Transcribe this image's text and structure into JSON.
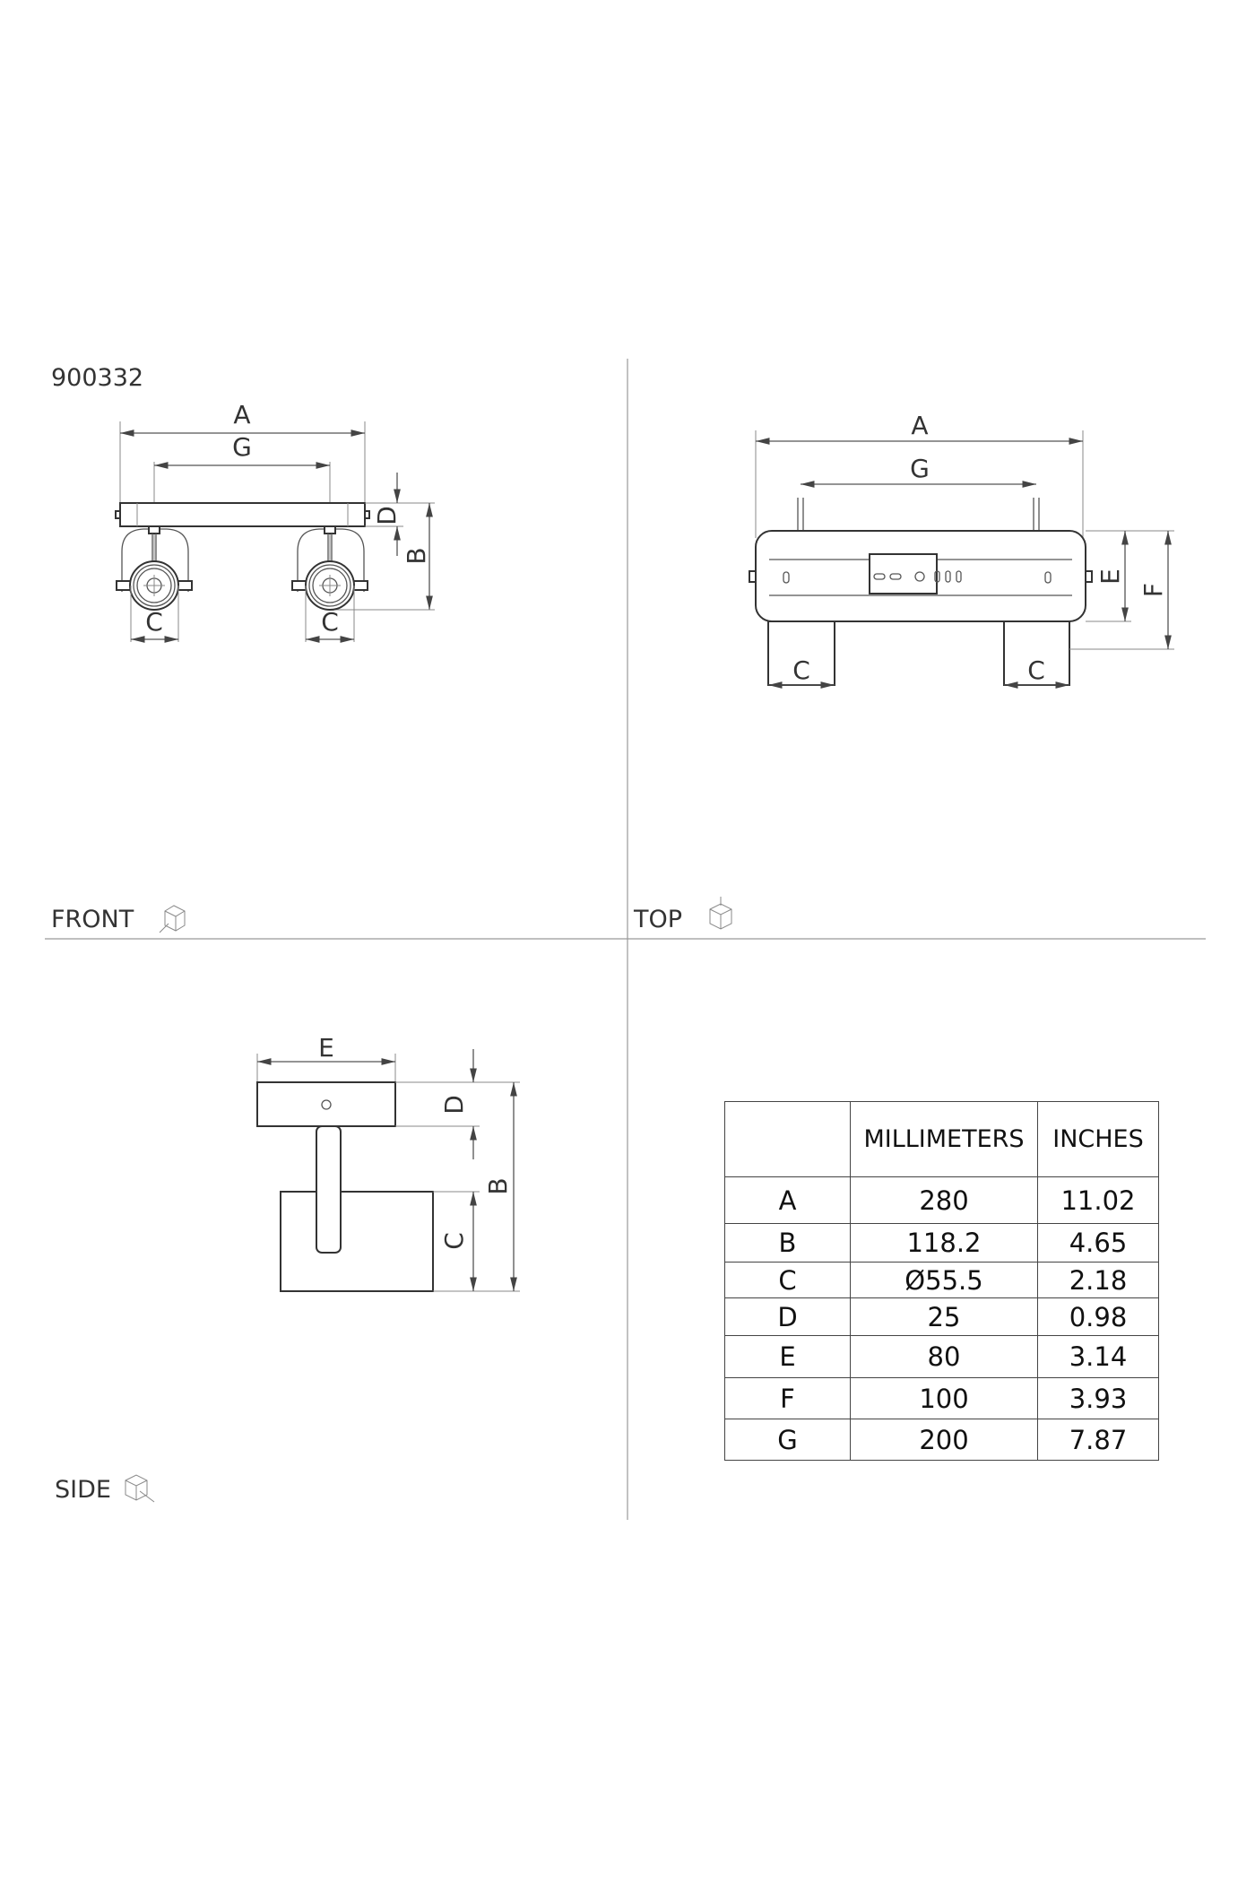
{
  "product_code": "900332",
  "views": {
    "front": {
      "label": "FRONT",
      "icon": "cube-front-icon",
      "dims": {
        "A": "A",
        "G": "G",
        "D": "D",
        "B": "B",
        "C": "C"
      }
    },
    "top": {
      "label": "TOP",
      "icon": "cube-top-icon",
      "dims": {
        "A": "A",
        "G": "G",
        "E": "E",
        "F": "F",
        "C": "C"
      }
    },
    "side": {
      "label": "SIDE",
      "icon": "cube-side-icon",
      "dims": {
        "E": "E",
        "D": "D",
        "B": "B",
        "C": "C"
      }
    }
  },
  "table": {
    "headers": [
      "",
      "MILLIMETERS",
      "INCHES"
    ],
    "rows": [
      {
        "key": "A",
        "mm": "280",
        "in": "11.02"
      },
      {
        "key": "B",
        "mm": "118.2",
        "in": "4.65"
      },
      {
        "key": "C",
        "mm": "Ø55.5",
        "in": "2.18"
      },
      {
        "key": "D",
        "mm": "25",
        "in": "0.98"
      },
      {
        "key": "E",
        "mm": "80",
        "in": "3.14"
      },
      {
        "key": "F",
        "mm": "100",
        "in": "3.93"
      },
      {
        "key": "G",
        "mm": "200",
        "in": "7.87"
      }
    ]
  }
}
